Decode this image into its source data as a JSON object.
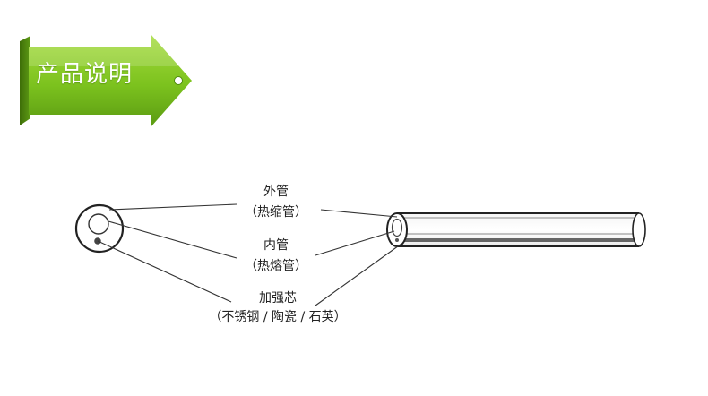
{
  "banner": {
    "title": "产品说明",
    "color": "#7cc21e"
  },
  "labels": {
    "outer_tube": "外管",
    "outer_tube_detail": "（热缩管）",
    "inner_tube": "内管",
    "inner_tube_detail": "（热熔管）",
    "core": "加强芯",
    "core_detail": "（不锈钢 / 陶瓷 / 石英）"
  }
}
